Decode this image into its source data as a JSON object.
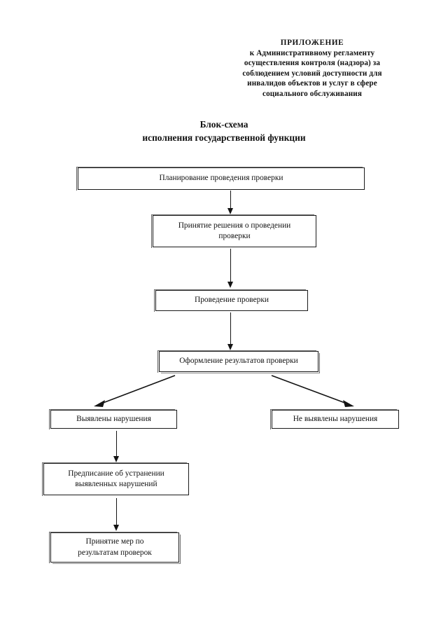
{
  "document": {
    "background_color": "#ffffff",
    "ink_color": "#141414",
    "appendix_header": {
      "lines": [
        "ПРИЛОЖЕНИЕ",
        "к Административному регламенту",
        "осуществления контроля (надзора) за",
        "соблюдением условий доступности для",
        "инвалидов объектов и услуг в сфере",
        "социального обслуживания"
      ]
    },
    "title": {
      "lines": [
        "Блок-схема",
        "исполнения государственной функции"
      ]
    }
  },
  "flowchart": {
    "nodes": [
      {
        "id": "planning",
        "lines": [
          "Планирование проведения проверки"
        ]
      },
      {
        "id": "decision",
        "lines": [
          "Принятие решения о проведении",
          "проверки"
        ]
      },
      {
        "id": "inspection",
        "lines": [
          "Проведение проверки"
        ]
      },
      {
        "id": "results",
        "lines": [
          "Оформление результатов проверки"
        ]
      },
      {
        "id": "violations-found",
        "lines": [
          "Выявлены нарушения"
        ]
      },
      {
        "id": "no-violations",
        "lines": [
          "Не выявлены нарушения"
        ]
      },
      {
        "id": "order",
        "lines": [
          "Предписание об устранении",
          "выявленных нарушений"
        ]
      },
      {
        "id": "measures",
        "lines": [
          "Принятие мер по",
          "результатам проверок"
        ]
      }
    ],
    "connectors": [
      {
        "id": "planning-to-decision",
        "type": "vertical-arrow"
      },
      {
        "id": "decision-to-inspection",
        "type": "vertical-arrow"
      },
      {
        "id": "inspection-to-results",
        "type": "vertical-arrow"
      },
      {
        "id": "results-to-violations-found",
        "type": "diagonal-arrow-left"
      },
      {
        "id": "results-to-no-violations",
        "type": "diagonal-arrow-right"
      },
      {
        "id": "violations-found-to-order",
        "type": "vertical-arrow"
      },
      {
        "id": "order-to-measures",
        "type": "vertical-arrow"
      }
    ]
  }
}
